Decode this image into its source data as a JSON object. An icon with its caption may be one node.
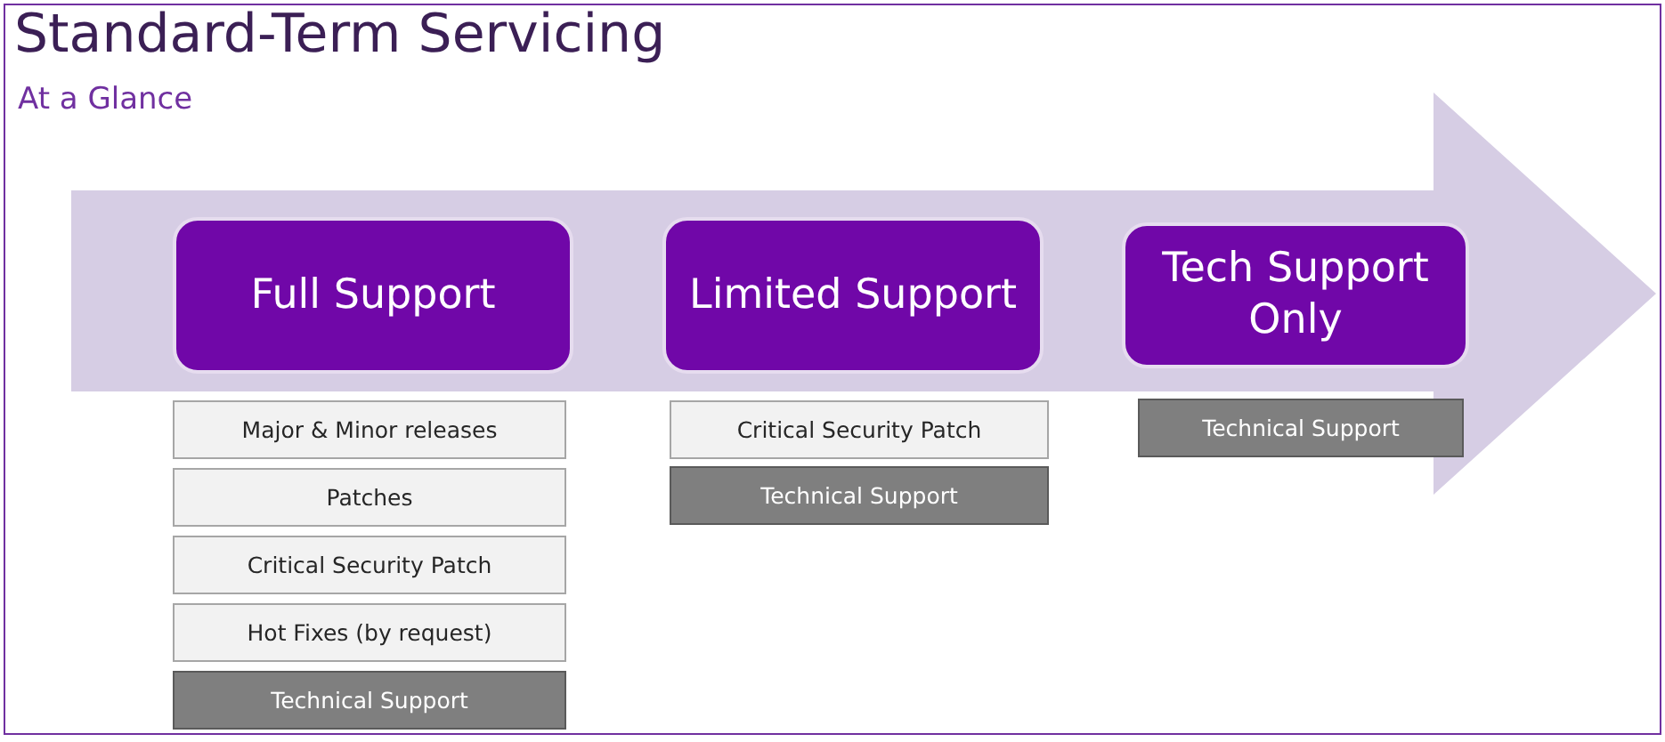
{
  "diagram": {
    "title": "Standard-Term Servicing",
    "nodes": [
      {
        "text": [
          "Full Support"
        ]
      },
      {
        "text": [
          "Limited Support"
        ]
      },
      {
        "text": [
          "Tech Support Only"
        ]
      },
      {
        "text": [
          "Major & Minor releases"
        ]
      },
      {
        "text": [
          "Patches"
        ]
      },
      {
        "text": [
          "Critical Security Patch"
        ]
      },
      {
        "text": [
          "Hot Fixes (by request)"
        ]
      },
      {
        "text": [
          "Technical Support"
        ]
      },
      {
        "text": [
          "Critical Security Patch"
        ]
      },
      {
        "text": [
          "Technical Support"
        ]
      },
      {
        "text": [
          "Technical Support"
        ]
      }
    ],
    "edges": [],
    "labels": [
      "At a Glance"
    ]
  }
}
